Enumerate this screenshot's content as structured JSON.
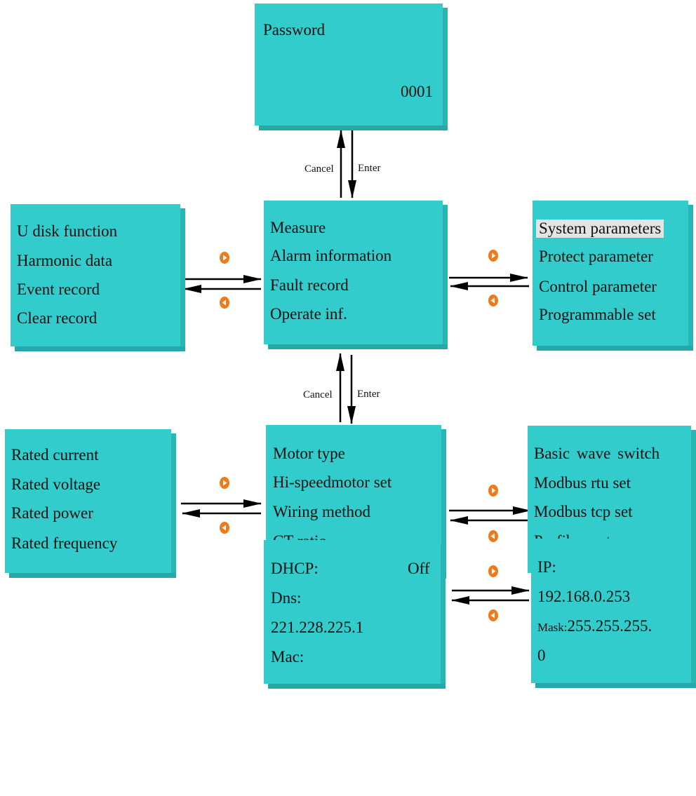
{
  "password_box": {
    "title": "Password",
    "value": "0001"
  },
  "main_menu": {
    "items": [
      "Measure",
      "Alarm information",
      "Fault record",
      "Operate inf."
    ]
  },
  "left_menu": {
    "items": [
      "U disk function",
      "Harmonic data",
      "Event record",
      "Clear record"
    ]
  },
  "right_menu": {
    "items": [
      "System parameters",
      "Protect parameter",
      "Control parameter",
      "Programmable set"
    ],
    "selected_index": 0
  },
  "motor_menu": {
    "items": [
      "Motor type",
      "Hi-speedmotor set",
      "Wiring method",
      "CT ratio"
    ]
  },
  "rated_menu": {
    "items": [
      "Rated current",
      "Rated voltage",
      "Rated power",
      "Rated frequency"
    ]
  },
  "comm_menu": {
    "items": [
      "Basic wave switch",
      "Modbus rtu set",
      "Modbus tcp set",
      "Profibus set"
    ]
  },
  "network_menu": {
    "dhcp_label": "DHCP:",
    "dhcp_value": "Off",
    "dns_label": "Dns:",
    "dns_value": "221.228.225.1",
    "mac_label": "Mac:"
  },
  "ip_menu": {
    "ip_label": "IP:",
    "ip_value": "192.168.0.253",
    "mask_label": "Mask:",
    "mask_value": "255.255.255.",
    "mask_value_cont": "0"
  },
  "connectors": {
    "cancel_label": "Cancel",
    "enter_label": "Enter"
  },
  "colors": {
    "box_fill": "#33cccc",
    "button_orange": "#f07a1a",
    "highlight": "#e4e4e4"
  }
}
